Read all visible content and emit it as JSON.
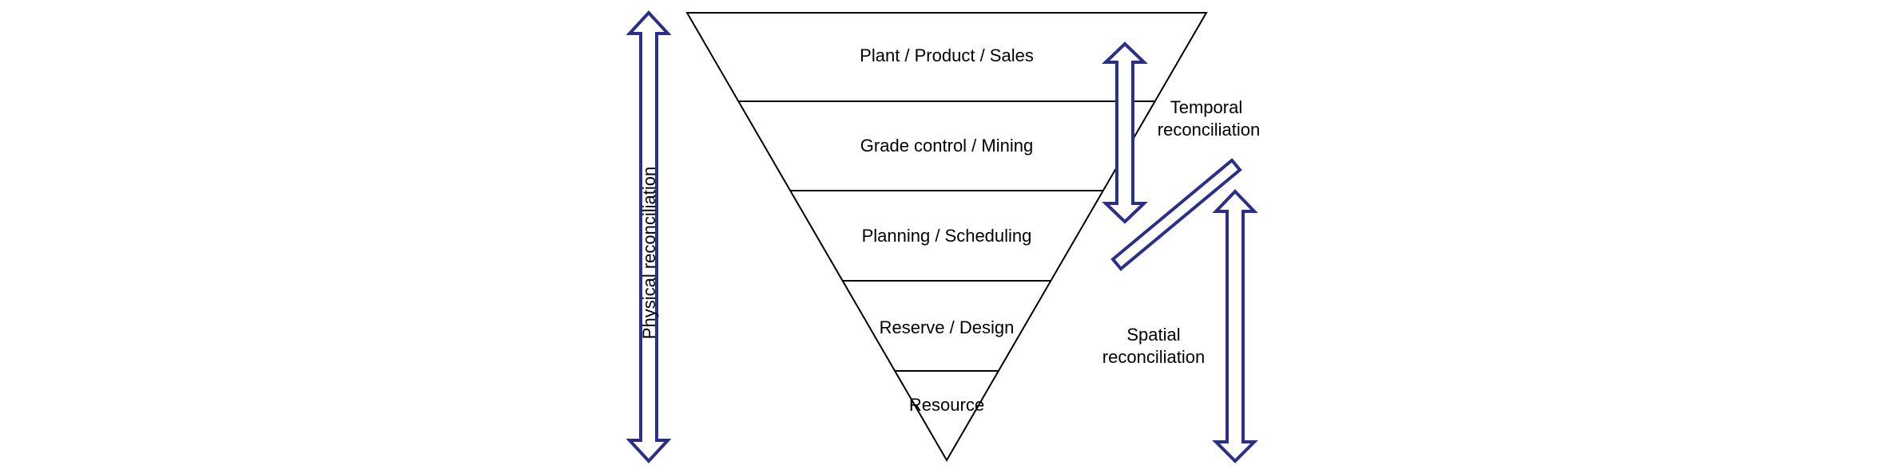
{
  "pyramid": {
    "levels": [
      "Plant / Product / Sales",
      "Grade control / Mining",
      "Planning / Scheduling",
      "Reserve / Design",
      "Resource"
    ]
  },
  "annotations": {
    "physical": "Physical reconciliation",
    "temporal_line1": "Temporal",
    "temporal_line2": "reconciliation",
    "spatial_line1": "Spatial",
    "spatial_line2": "reconciliation"
  },
  "colors": {
    "arrow_stroke": "#2b2f8a",
    "pyramid_stroke": "#000000",
    "text": "#000000"
  }
}
